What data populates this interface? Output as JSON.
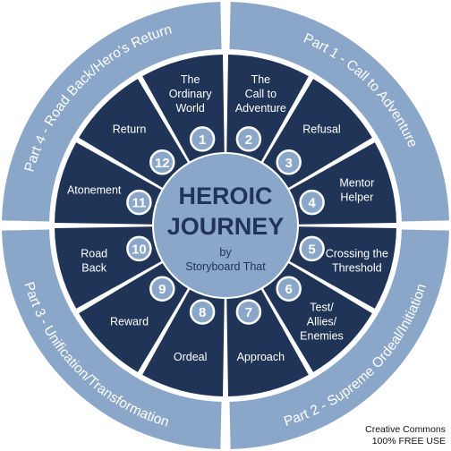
{
  "diagram": {
    "center": {
      "title_line1": "HEROIC",
      "title_line2": "JOURNEY",
      "by": "by",
      "author": "Storyboard That"
    },
    "stages": [
      {
        "number": "1",
        "lines": [
          "The",
          "Ordinary",
          "World"
        ]
      },
      {
        "number": "2",
        "lines": [
          "The",
          "Call to",
          "Adventure"
        ]
      },
      {
        "number": "3",
        "lines": [
          "Refusal"
        ]
      },
      {
        "number": "4",
        "lines": [
          "Mentor",
          "Helper"
        ]
      },
      {
        "number": "5",
        "lines": [
          "Crossing the",
          "Threshold"
        ]
      },
      {
        "number": "6",
        "lines": [
          "Test/",
          "Allies/",
          "Enemies"
        ]
      },
      {
        "number": "7",
        "lines": [
          "Approach"
        ]
      },
      {
        "number": "8",
        "lines": [
          "Ordeal"
        ]
      },
      {
        "number": "9",
        "lines": [
          "Reward"
        ]
      },
      {
        "number": "10",
        "lines": [
          "Road",
          "Back"
        ]
      },
      {
        "number": "11",
        "lines": [
          "Atonement"
        ]
      },
      {
        "number": "12",
        "lines": [
          "Return"
        ]
      }
    ],
    "parts": [
      {
        "text": "Part 1 - Call to Adventure"
      },
      {
        "text": "Part 2 - Supreme Ordeal/Initiation"
      },
      {
        "text": "Part 3 - Unification/Transformation"
      },
      {
        "text": "Part 4 - Road Back/Hero's Return"
      }
    ],
    "colors": {
      "outer_ring": "#8aa6c8",
      "segment": "#1f3457",
      "hub": "#8aa6c8",
      "number_circle": "#8aa6c8"
    }
  },
  "license": {
    "line1": "Creative Commons",
    "line2": "100% FREE USE"
  }
}
